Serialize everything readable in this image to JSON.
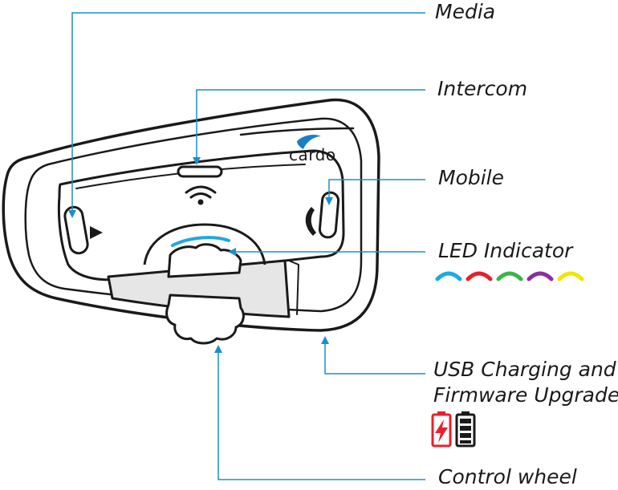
{
  "brand": {
    "logo_text": "cardo",
    "logo_color": "#1b7fc4"
  },
  "callouts": {
    "media": "Media",
    "intercom": "Intercom",
    "mobile": "Mobile",
    "led_indicator": "LED Indicator",
    "usb_line1": "USB Charging and",
    "usb_line2": "Firmware Upgrade",
    "control_wheel": "Control wheel"
  },
  "led_colors": [
    "#1ea8e6",
    "#e8202a",
    "#3cb649",
    "#8b2f9e",
    "#f2e500"
  ],
  "battery_icons": [
    "battery-charging-icon",
    "battery-full-icon"
  ],
  "colors": {
    "leader_line": "#1b8fc9",
    "outline": "#1a1a1a",
    "charging_red": "#e8202a"
  }
}
